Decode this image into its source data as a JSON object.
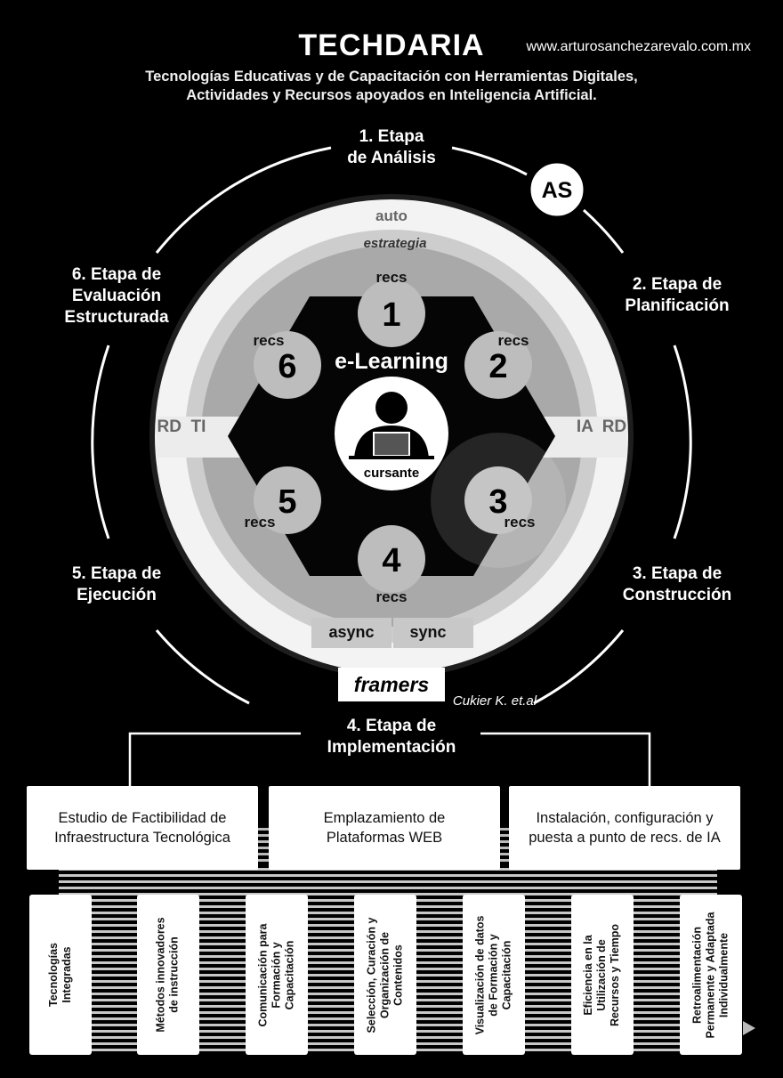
{
  "header": {
    "title": "TECHDARIA",
    "url": "www.arturosanchezarevalo.com.mx",
    "subtitle_line1": "Tecnologías Educativas y de Capacitación con Herramientas Digitales,",
    "subtitle_line2": "Actividades y Recursos apoyados en Inteligencia Artificial."
  },
  "stages": {
    "s1_line1": "1. Etapa",
    "s1_line2": "de Análisis",
    "s2_line1": "2. Etapa de",
    "s2_line2": "Planificación",
    "s3_line1": "3. Etapa de",
    "s3_line2": "Construcción",
    "s4_line1": "4. Etapa de",
    "s4_line2": "Implementación",
    "s5_line1": "5. Etapa de",
    "s5_line2": "Ejecución",
    "s6_line1": "6. Etapa de",
    "s6_line2": "Evaluación",
    "s6_line3": "Estructurada"
  },
  "badge": "AS",
  "ring": {
    "auto": "auto",
    "estrategia": "estrategia",
    "left_label": "RD  TI",
    "right_label": "IA  RD",
    "async": "async",
    "sync": "sync",
    "framers": "framers",
    "citation": "Cukier K. et.al"
  },
  "hexagon": {
    "center_title": "e-Learning",
    "center_label": "cursante",
    "nodes": [
      {
        "num": "1",
        "recs": "recs"
      },
      {
        "num": "2",
        "recs": "recs"
      },
      {
        "num": "3",
        "recs": "recs"
      },
      {
        "num": "4",
        "recs": "recs"
      },
      {
        "num": "5",
        "recs": "recs"
      },
      {
        "num": "6",
        "recs": "recs"
      }
    ]
  },
  "implementation_boxes": [
    {
      "line1": "Estudio de Factibilidad de",
      "line2": "Infraestructura Tecnológica"
    },
    {
      "line1": "Emplazamiento de",
      "line2": "Plataformas WEB"
    },
    {
      "line1": "Instalación, configuración y",
      "line2": "puesta a punto de recs. de IA"
    }
  ],
  "pillars": [
    {
      "line1": "Tecnologías",
      "line2": "Integradas",
      "line3": ""
    },
    {
      "line1": "Métodos innovadores",
      "line2": "de instrucción",
      "line3": ""
    },
    {
      "line1": "Comunicación para",
      "line2": "Formación y",
      "line3": "Capacitación"
    },
    {
      "line1": "Selección, Curación y",
      "line2": "Organización de",
      "line3": "Contenidos"
    },
    {
      "line1": "Visualización de datos",
      "line2": "de Formación y",
      "line3": "Capacitación"
    },
    {
      "line1": "Eficiencia en la",
      "line2": "Utilización de",
      "line3": "Recursos y Tiempo"
    },
    {
      "line1": "Retroalimentación",
      "line2": "Permanente y Adaptada",
      "line3": "Individualmente"
    }
  ]
}
